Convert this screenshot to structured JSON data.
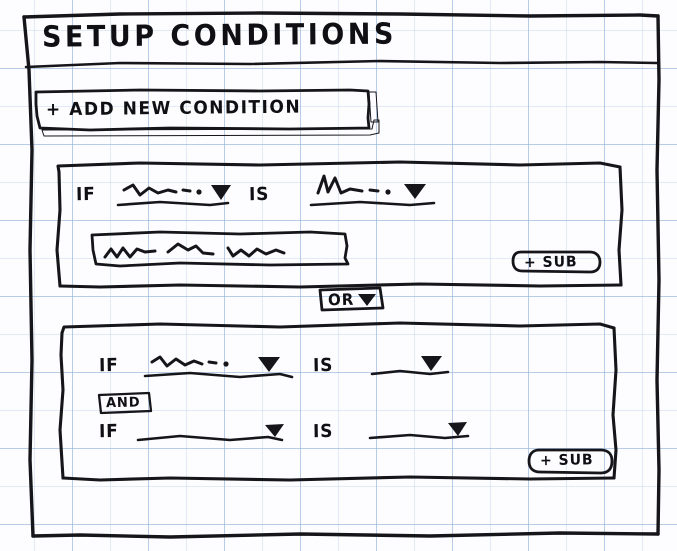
{
  "header": {
    "title": "SETUP CONDITIONS"
  },
  "toolbar": {
    "add_condition_label": "+ ADD NEW CONDITION"
  },
  "keywords": {
    "if": "IF",
    "is": "IS"
  },
  "operators": {
    "or": "OR",
    "and": "AND",
    "caret_icon": "chevron-down-icon"
  },
  "buttons": {
    "add_sub_label": "+ SUB"
  },
  "condition_groups": [
    {
      "name": "condition-group-1",
      "rows": [
        {
          "if_label": "IF",
          "field_dropdown": {
            "value": "~~~~~",
            "filled": true,
            "caret_icon": "chevron-down-icon"
          },
          "is_label": "IS",
          "operator_dropdown": {
            "value": "~~~~~",
            "filled": true,
            "caret_icon": "chevron-down-icon"
          }
        }
      ],
      "value_input": {
        "value": "~~~~ ~~ ~~~~",
        "placeholder": ""
      },
      "sub_button_label": "+ SUB"
    },
    {
      "name": "condition-group-2",
      "rows": [
        {
          "if_label": "IF",
          "field_dropdown": {
            "value": "~~~~~",
            "filled": true,
            "caret_icon": "chevron-down-icon"
          },
          "is_label": "IS",
          "operator_dropdown": {
            "value": "",
            "filled": false,
            "caret_icon": "chevron-down-icon"
          }
        },
        {
          "if_label": "IF",
          "field_dropdown": {
            "value": "",
            "filled": false,
            "caret_icon": "chevron-down-icon"
          },
          "is_label": "IS",
          "operator_dropdown": {
            "value": "",
            "filled": false,
            "caret_icon": "chevron-down-icon"
          }
        }
      ],
      "inner_operator": "AND",
      "sub_button_label": "+ SUB"
    }
  ],
  "group_connector": {
    "label": "OR",
    "caret_icon": "chevron-down-icon"
  },
  "colors": {
    "ink": "#16161a",
    "paper": "#fdfdff",
    "grid_minor": "#bacdea",
    "grid_major": "#96b2db"
  }
}
